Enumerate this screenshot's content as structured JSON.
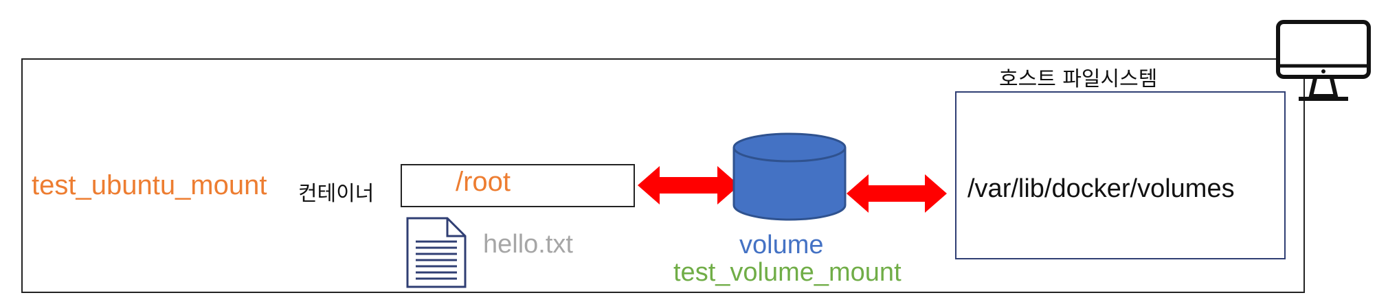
{
  "container": {
    "name": "test_ubuntu_mount",
    "label": "컨테이너",
    "path": "/root",
    "file": "hello.txt"
  },
  "volume": {
    "label": "volume",
    "name": "test_volume_mount"
  },
  "host": {
    "title": "호스트 파일시스템",
    "path": "/var/lib/docker/volumes"
  },
  "colors": {
    "container": "#ed7d31",
    "volume": "#4472c4",
    "volume_name": "#70ad47",
    "file": "#a6a6a6",
    "arrow": "#ff0000",
    "host_border": "#2f3e73"
  },
  "icons": [
    "document-icon",
    "database-cylinder-icon",
    "monitor-icon",
    "double-arrow-icon"
  ]
}
